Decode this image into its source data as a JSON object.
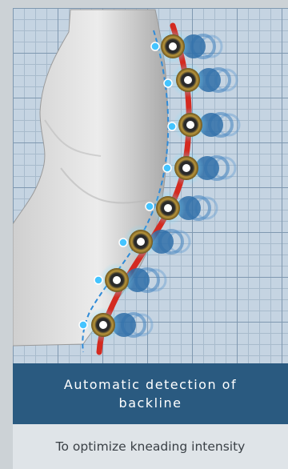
{
  "caption": {
    "title": "Automatic detection of backline",
    "subtitle": "To optimize kneading intensity"
  },
  "illustration": {
    "description_icons": [
      "human-torso-figure",
      "massage-roller-icon",
      "sensor-dot-icon"
    ],
    "colors": {
      "grid_background": "#c5d4e2",
      "spine_path": "#d42a20",
      "sensor_dots": "#44c4ff",
      "caption_band": "#2a5a80"
    }
  }
}
